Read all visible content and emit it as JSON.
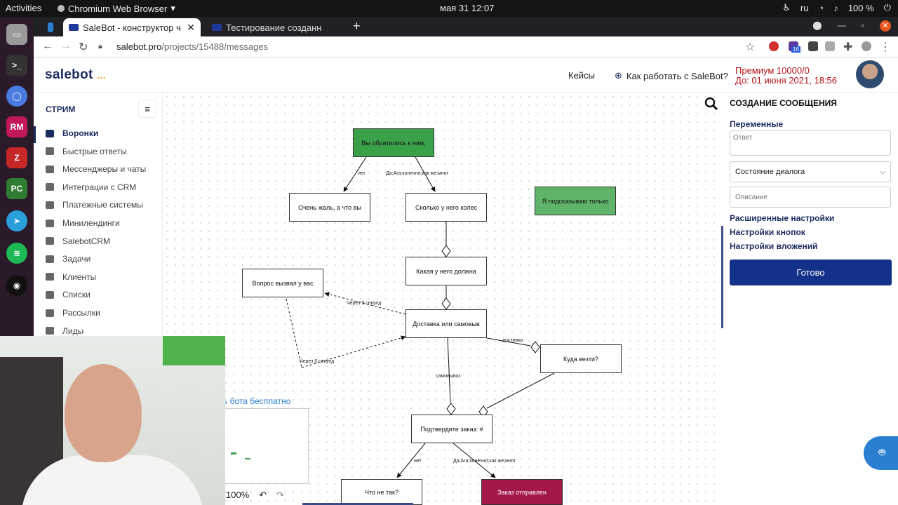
{
  "topbar": {
    "activities": "Activities",
    "app_name": "Chromium Web Browser",
    "clock": "мая 31  12:07",
    "lang": "ru",
    "battery": "100 %"
  },
  "browser": {
    "tabs": [
      {
        "label": "SaleBot - конструктор ч"
      },
      {
        "label": "Тестирование созданн"
      }
    ],
    "url_host": "salebot.pro",
    "url_path": "/projects/15488/messages",
    "ext_badge": "16"
  },
  "header": {
    "logo": "salebot",
    "logo_dots": "...",
    "cases": "Кейсы",
    "howto": "Как работать с SaleBot?",
    "premium_line1": "Премиум 10000/0",
    "premium_line2": "До: 01 июня 2021, 18:56"
  },
  "sidebar": {
    "title": "СТРИМ",
    "items": [
      {
        "label": "Воронки"
      },
      {
        "label": "Быстрые ответы"
      },
      {
        "label": "Мессенджеры и чаты"
      },
      {
        "label": "Интеграции с CRM"
      },
      {
        "label": "Платежные системы"
      },
      {
        "label": "Минилендинги"
      },
      {
        "label": "SalebotCRM"
      },
      {
        "label": "Задачи"
      },
      {
        "label": "Клиенты"
      },
      {
        "label": "Списки"
      },
      {
        "label": "Рассылки"
      },
      {
        "label": "Лиды"
      }
    ]
  },
  "flow": {
    "nodes": [
      {
        "label": "Вы обратились к нам,"
      },
      {
        "label": "Очень жаль, а что вы"
      },
      {
        "label": "Сколько у него колес"
      },
      {
        "label": "Я подсказываю только"
      },
      {
        "label": "Какая у него должна"
      },
      {
        "label": "Вопрос вызвал у вас"
      },
      {
        "label": "Доставка или самовыв"
      },
      {
        "label": "Куда везти?"
      },
      {
        "label": "Подтвердите заказ: #"
      },
      {
        "label": "Что не так?"
      },
      {
        "label": "Заказ отправлен"
      }
    ],
    "edge_labels": [
      {
        "text": "нет"
      },
      {
        "text": "Да;Ага;конечно;как же;мног"
      },
      {
        "text": "Через 5 секунд"
      },
      {
        "text": "Через 0 секунд"
      },
      {
        "text": "доставка"
      },
      {
        "text": "самовывоз"
      },
      {
        "text": "нет"
      },
      {
        "text": "Да;Ага;конечно;как же;мног"
      }
    ],
    "free_link": "ь бота бесплатно",
    "zoom": "100%"
  },
  "panel": {
    "title": "СОЗДАНИЕ СООБЩЕНИЯ",
    "variables": "Переменные",
    "answer_placeholder": "Ответ",
    "dialog_state": "Состояние диалога",
    "description_placeholder": "Описание",
    "advanced": "Расширенные настройки",
    "buttons": "Настройки кнопок",
    "attachments": "Настройки вложений",
    "done": "Готово"
  },
  "colors": {
    "brand": "#1a2b5e",
    "primary_button": "#14318a",
    "premium_text": "#b3131a",
    "node_green": "#3aa04a",
    "node_crimson": "#a3174a"
  }
}
